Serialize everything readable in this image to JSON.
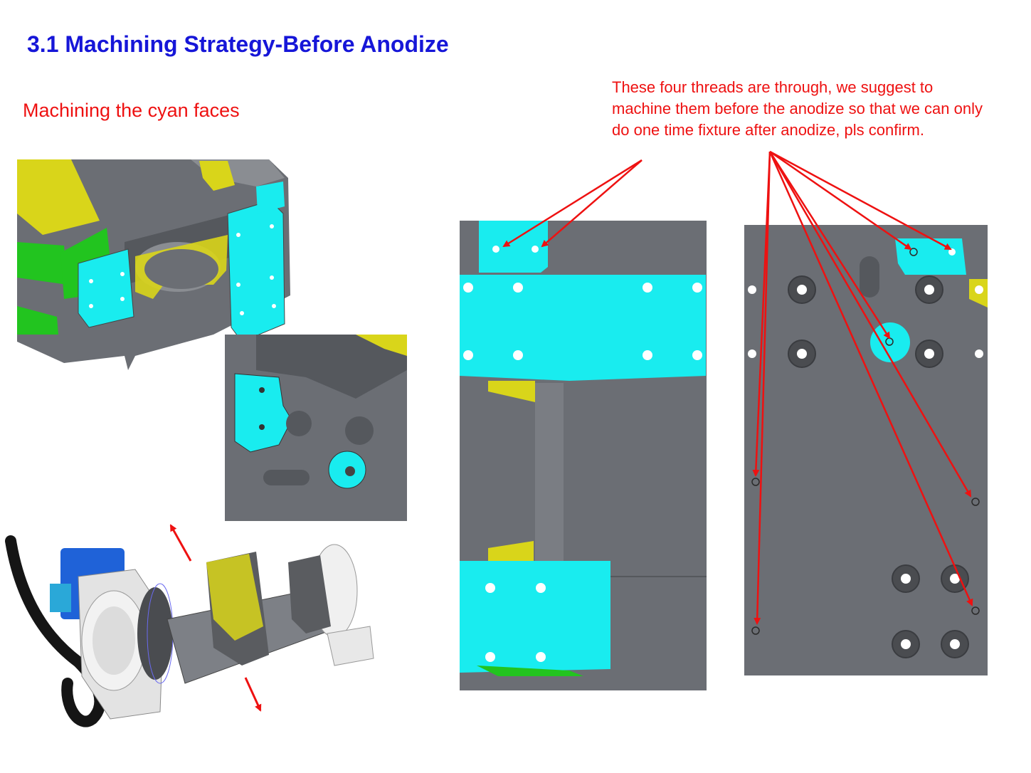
{
  "title": "3.1 Machining Strategy-Before Anodize",
  "subtitle": "Machining the cyan faces",
  "note_lines": [
    "These four threads are through, we suggest to",
    "machine them before the anodize so that we can only",
    "do one time fixture after anodize, pls confirm."
  ],
  "colors": {
    "title": "#1616d8",
    "annotation": "#ee1111",
    "part_gray": "#6b6e74",
    "machined_face": "#19ecef",
    "yellow_face": "#d9d51a",
    "green_face": "#22c41f"
  }
}
